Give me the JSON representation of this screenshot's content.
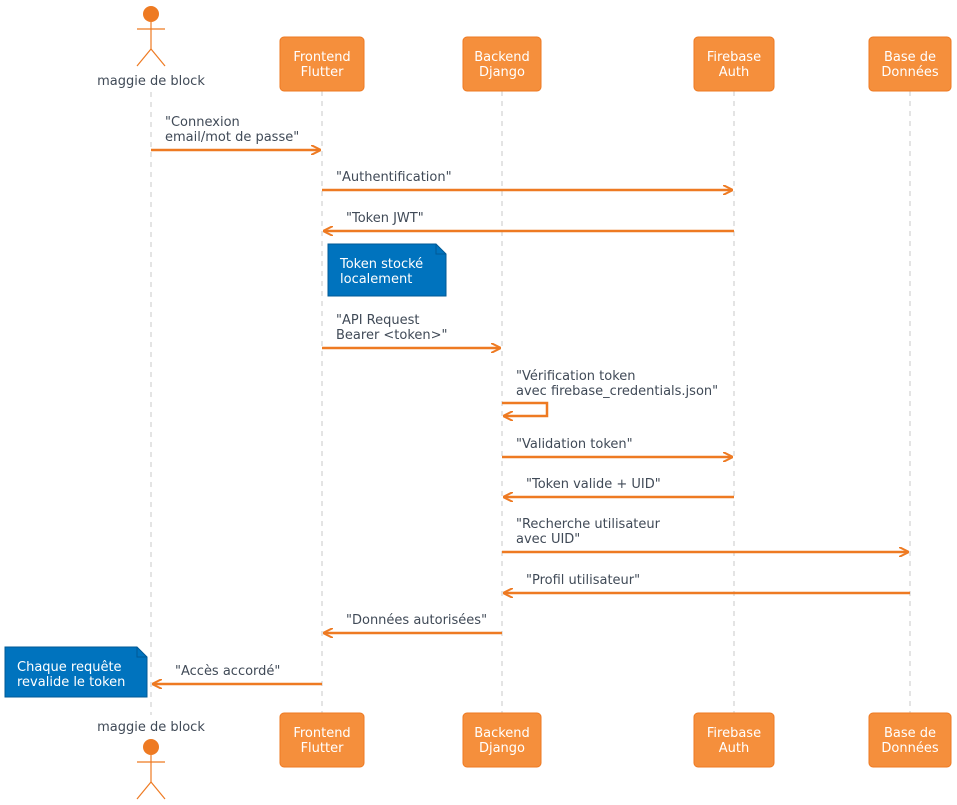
{
  "colors": {
    "accent": "#EE7A22",
    "accent_light": "#F58F3C",
    "note": "#0073BE",
    "lifeline": "#c8c8c8",
    "text": "#404A57"
  },
  "actor": {
    "name": "maggie de block"
  },
  "participants": [
    {
      "id": "frontend",
      "lines": [
        "Frontend",
        "Flutter"
      ]
    },
    {
      "id": "backend",
      "lines": [
        "Backend",
        "Django"
      ]
    },
    {
      "id": "firebase",
      "lines": [
        "Firebase",
        "Auth"
      ]
    },
    {
      "id": "db",
      "lines": [
        "Base de",
        "Données"
      ]
    }
  ],
  "messages": [
    {
      "from": "actor",
      "to": "frontend",
      "lines": [
        "\"Connexion",
        "email/mot de passe\""
      ]
    },
    {
      "from": "frontend",
      "to": "firebase",
      "lines": [
        "\"Authentification\""
      ]
    },
    {
      "from": "firebase",
      "to": "frontend",
      "lines": [
        "\"Token JWT\""
      ]
    },
    {
      "from": "frontend",
      "to": "backend",
      "lines": [
        "\"API Request",
        "Bearer <token>\""
      ]
    },
    {
      "from": "backend",
      "to": "backend",
      "lines": [
        "\"Vérification token",
        "avec firebase_credentials.json\""
      ]
    },
    {
      "from": "backend",
      "to": "firebase",
      "lines": [
        "\"Validation token\""
      ]
    },
    {
      "from": "firebase",
      "to": "backend",
      "lines": [
        "\"Token valide + UID\""
      ]
    },
    {
      "from": "backend",
      "to": "db",
      "lines": [
        "\"Recherche utilisateur",
        "avec UID\""
      ]
    },
    {
      "from": "db",
      "to": "backend",
      "lines": [
        "\"Profil utilisateur\""
      ]
    },
    {
      "from": "backend",
      "to": "frontend",
      "lines": [
        "\"Données autorisées\""
      ]
    },
    {
      "from": "frontend",
      "to": "actor",
      "lines": [
        "\"Accès accordé\""
      ]
    }
  ],
  "notes": [
    {
      "anchor": "frontend",
      "lines": [
        "Token stocké",
        "localement"
      ]
    },
    {
      "anchor": "actor",
      "lines": [
        "Chaque requête",
        "revalide le token"
      ]
    }
  ]
}
